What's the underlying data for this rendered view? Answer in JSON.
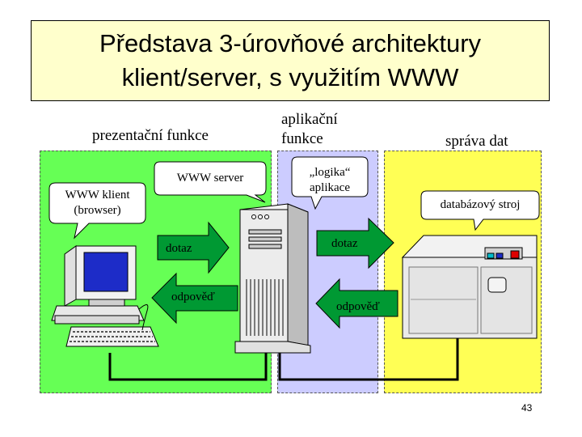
{
  "title": "Představa 3-úrovňové architektury\nklient/server, s využitím WWW",
  "columns": {
    "presentation": "prezentační funkce",
    "application": "aplikační\nfunkce",
    "data": "správa dat"
  },
  "bubbles": {
    "client": "WWW klient\n(browser)",
    "web_server": "WWW server",
    "logic": "„logika“\naplikace",
    "db": "databázový stroj"
  },
  "arrows": {
    "query_left": "dotaz",
    "answer_left": "odpověď",
    "query_right": "dotaz",
    "answer_right": "odpověď"
  },
  "colors": {
    "presentation_zone": "#66ff55",
    "application_zone": "#ccccff",
    "data_zone": "#ffff55",
    "arrow_fill": "#009933",
    "title_background": "#ffffcc"
  },
  "icons": [
    "desktop-computer-icon",
    "server-tower-icon",
    "database-machine-icon"
  ],
  "page_number": "43"
}
